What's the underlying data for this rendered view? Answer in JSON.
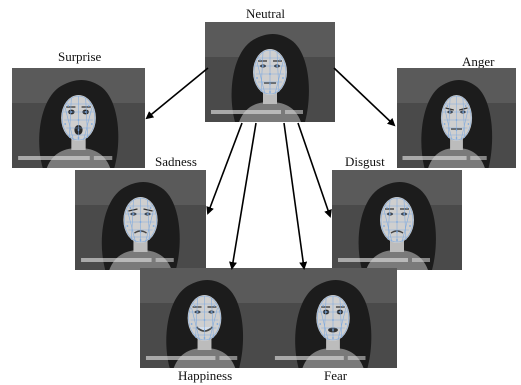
{
  "labels": {
    "neutral": "Neutral",
    "surprise": "Surprise",
    "anger": "Anger",
    "sadness": "Sadness",
    "disgust": "Disgust",
    "happiness": "Happiness",
    "fear": "Fear"
  },
  "colors": {
    "background": "#ffffff",
    "arrow": "#000000",
    "mesh": "#7aa8e0",
    "frame": "#3a3a3a"
  }
}
